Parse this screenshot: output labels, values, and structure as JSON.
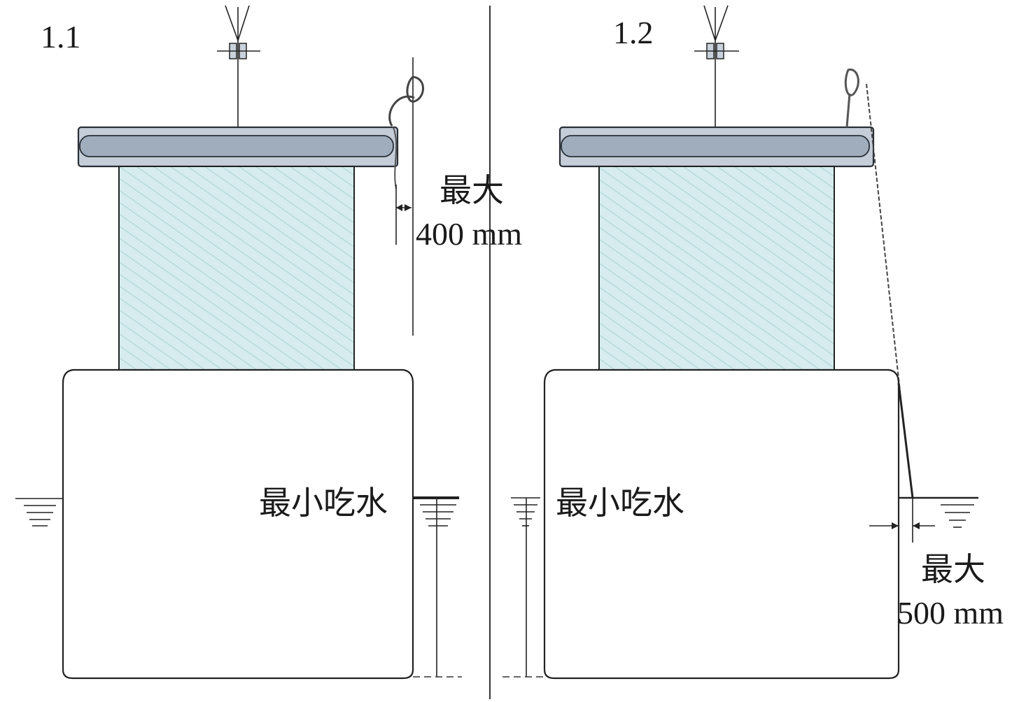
{
  "panels": [
    {
      "label": "1.1",
      "min_draft_label": "最小吃水",
      "max_label": "最大",
      "max_value": "400 mm"
    },
    {
      "label": "1.2",
      "min_draft_label": "最小吃水",
      "max_label": "最大",
      "max_value": "500 mm"
    }
  ],
  "colors": {
    "cargo_fill": "#d6ecee",
    "cargo_hatch": "#b9d8dc",
    "beam_fill": "#b3bfcc",
    "beam_stroke": "#2a2f36",
    "line": "#222222"
  }
}
